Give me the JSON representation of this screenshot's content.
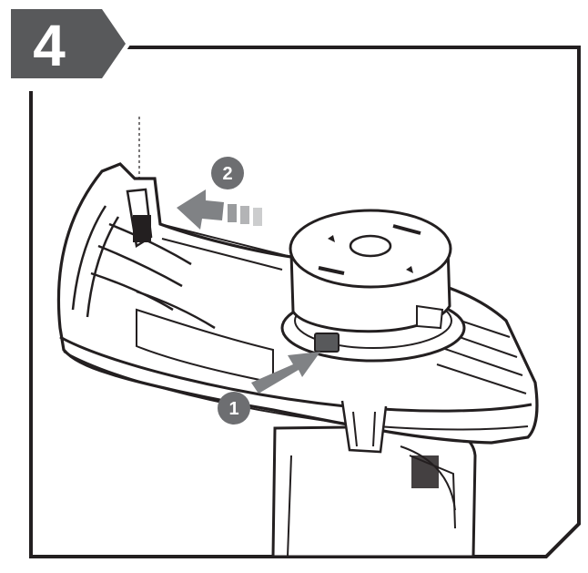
{
  "step": {
    "number": "4"
  },
  "callouts": [
    {
      "label": "1",
      "color": "#6d6e71"
    },
    {
      "label": "2",
      "color": "#6d6e71"
    }
  ],
  "colors": {
    "frame": "#231f20",
    "badge": "#58595b",
    "arrow": "#808285",
    "line": "#231f20",
    "fill": "#ffffff"
  }
}
